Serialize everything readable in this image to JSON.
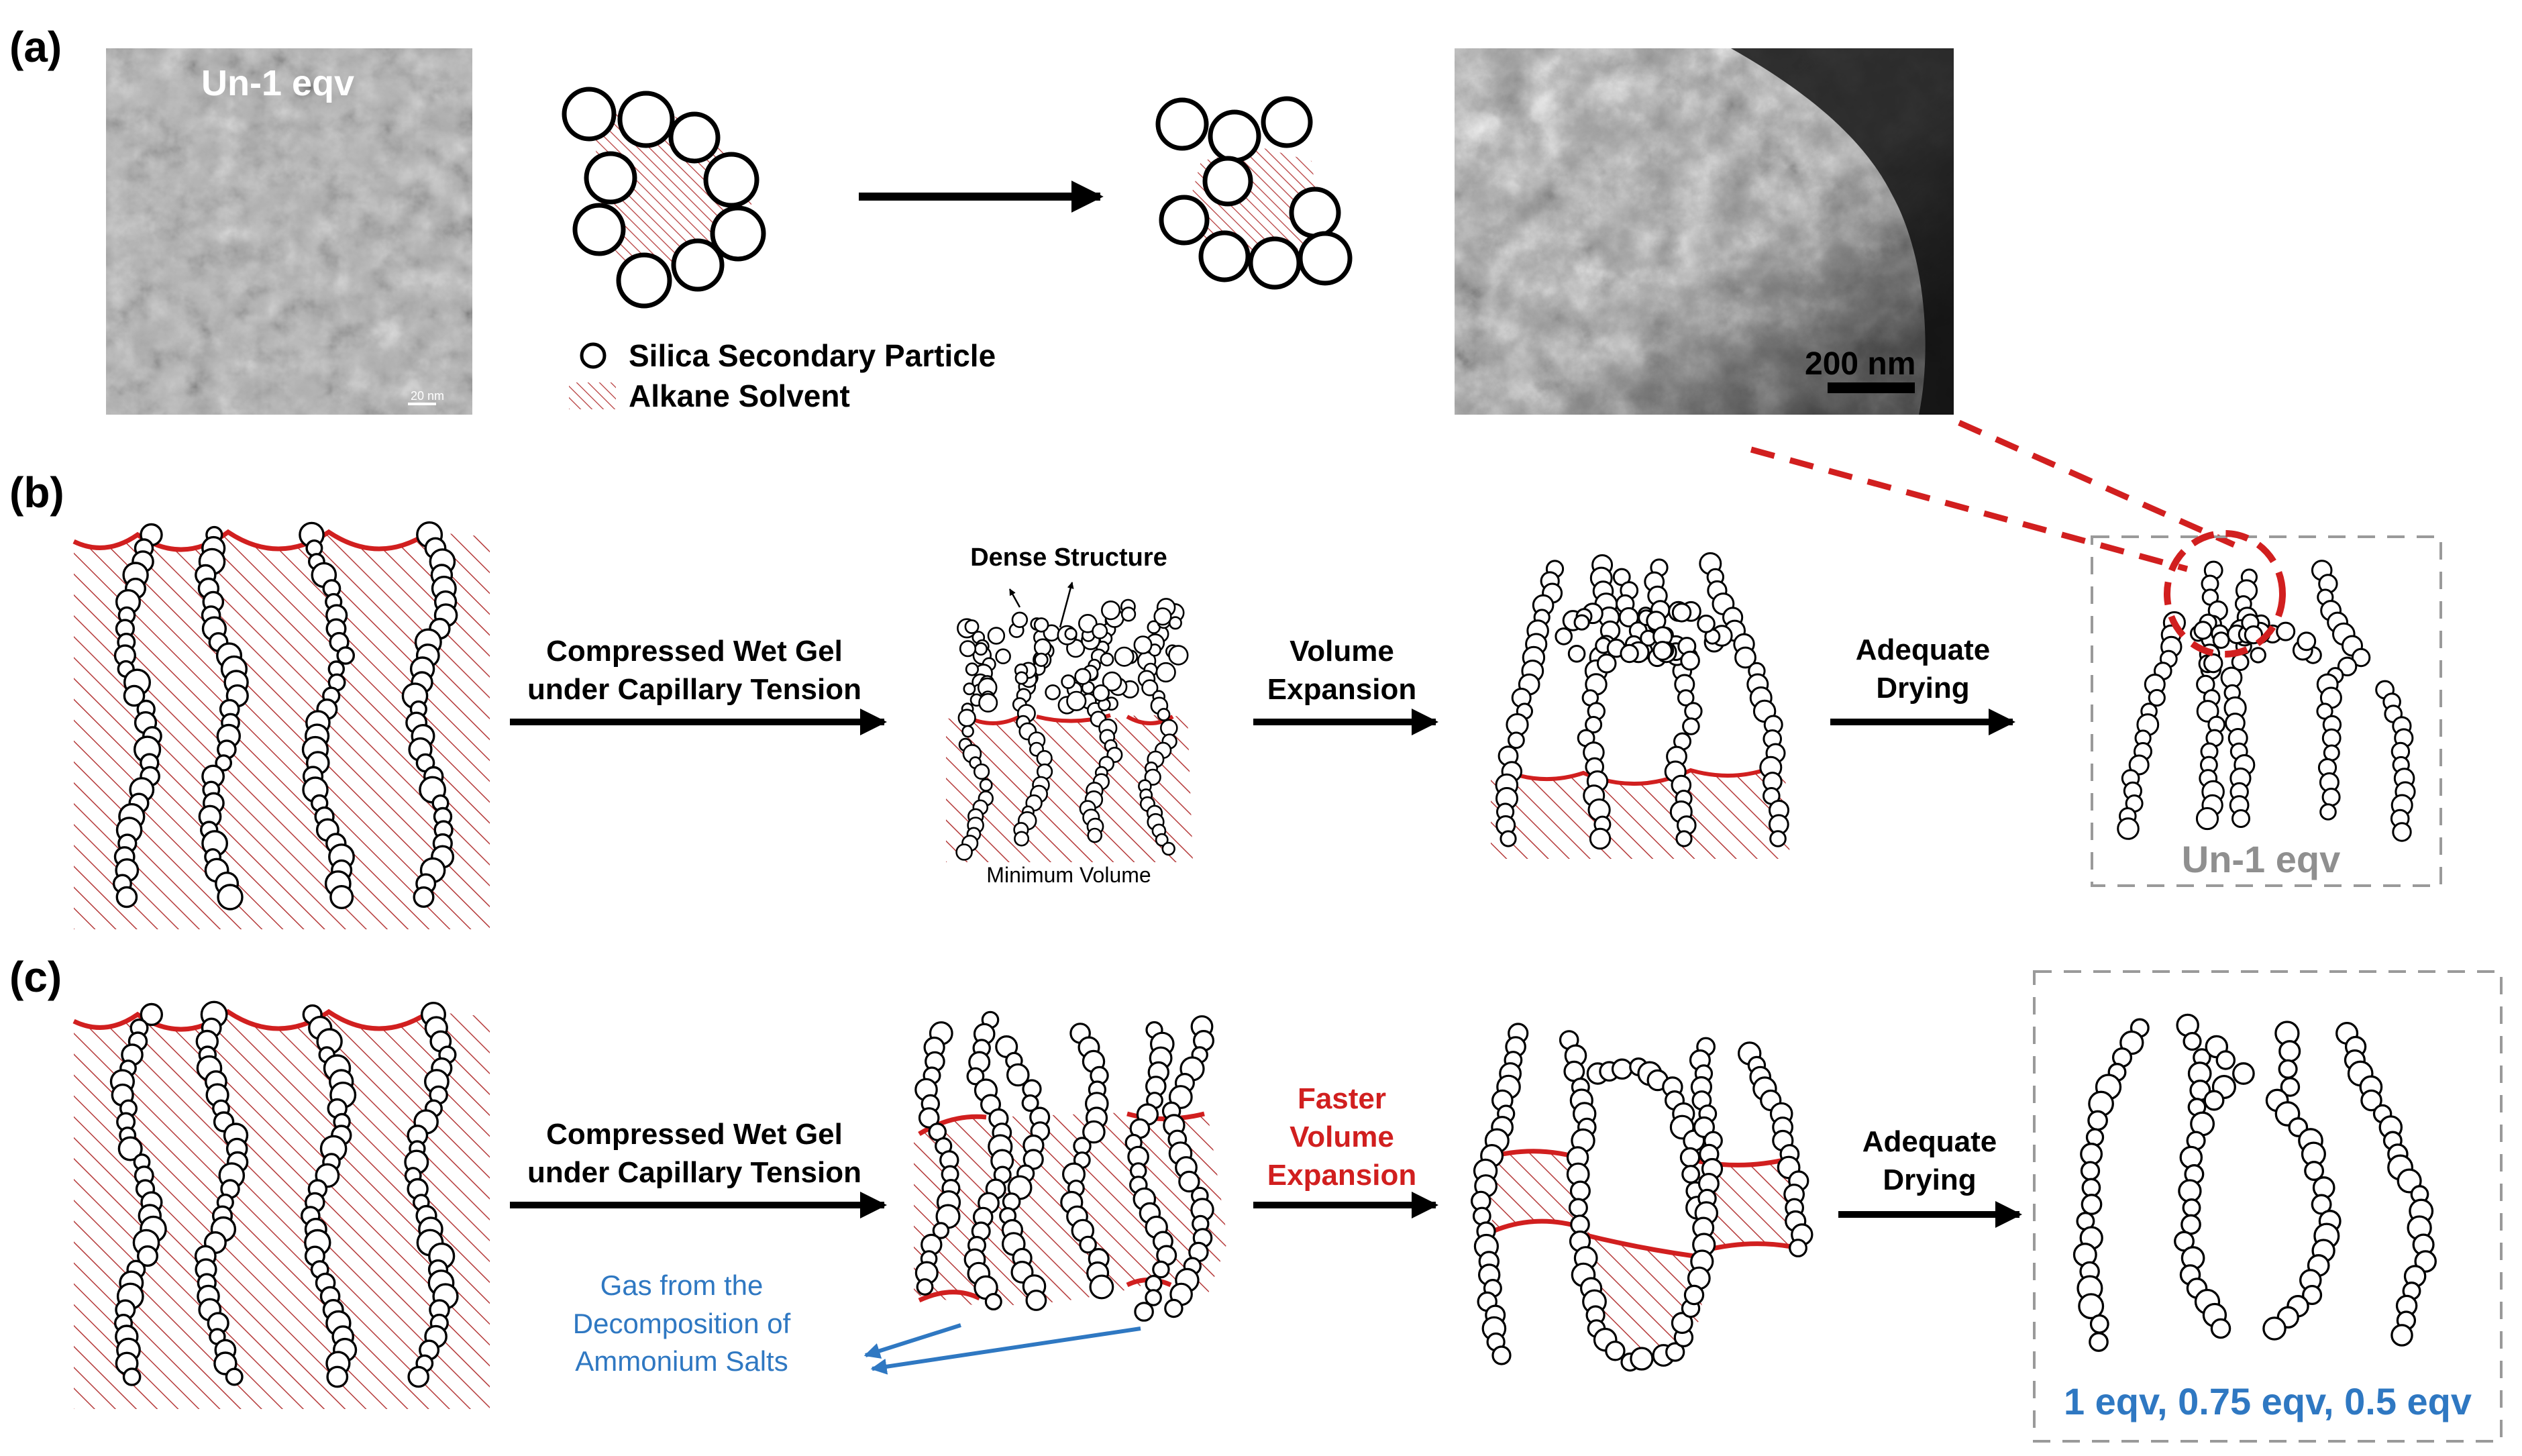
{
  "panels": {
    "a": {
      "label": "(a)",
      "tem_label": "Un-1 eqv",
      "tem_scale": "20 nm",
      "legend": {
        "particle": "Silica Secondary Particle",
        "solvent": "Alkane Solvent"
      },
      "sem_scale": "200 nm"
    },
    "b": {
      "label": "(b)",
      "arrow1_line1": "Compressed Wet Gel",
      "arrow1_line2": "under Capillary Tension",
      "dense_structure": "Dense Structure",
      "minimum_volume": "Minimum Volume",
      "arrow2_line1": "Volume",
      "arrow2_line2": "Expansion",
      "arrow3_line1": "Adequate",
      "arrow3_line2": "Drying",
      "result_label": "Un-1 eqv"
    },
    "c": {
      "label": "(c)",
      "arrow1_line1": "Compressed Wet Gel",
      "arrow1_line2": "under Capillary Tension",
      "gas_line1": "Gas from the",
      "gas_line2": "Decomposition of",
      "gas_line3": "Ammonium Salts",
      "arrow2_line1": "Faster",
      "arrow2_line2": "Volume",
      "arrow2_line3": "Expansion",
      "arrow3_line1": "Adequate",
      "arrow3_line2": "Drying",
      "result_label": "1 eqv, 0.75 eqv, 0.5 eqv"
    }
  },
  "colors": {
    "meniscus": "#d11f1f",
    "hatch": "#b53a3a",
    "blue": "#2f78c2",
    "gray_label": "#8f8f8f",
    "arrow": "#000000"
  }
}
